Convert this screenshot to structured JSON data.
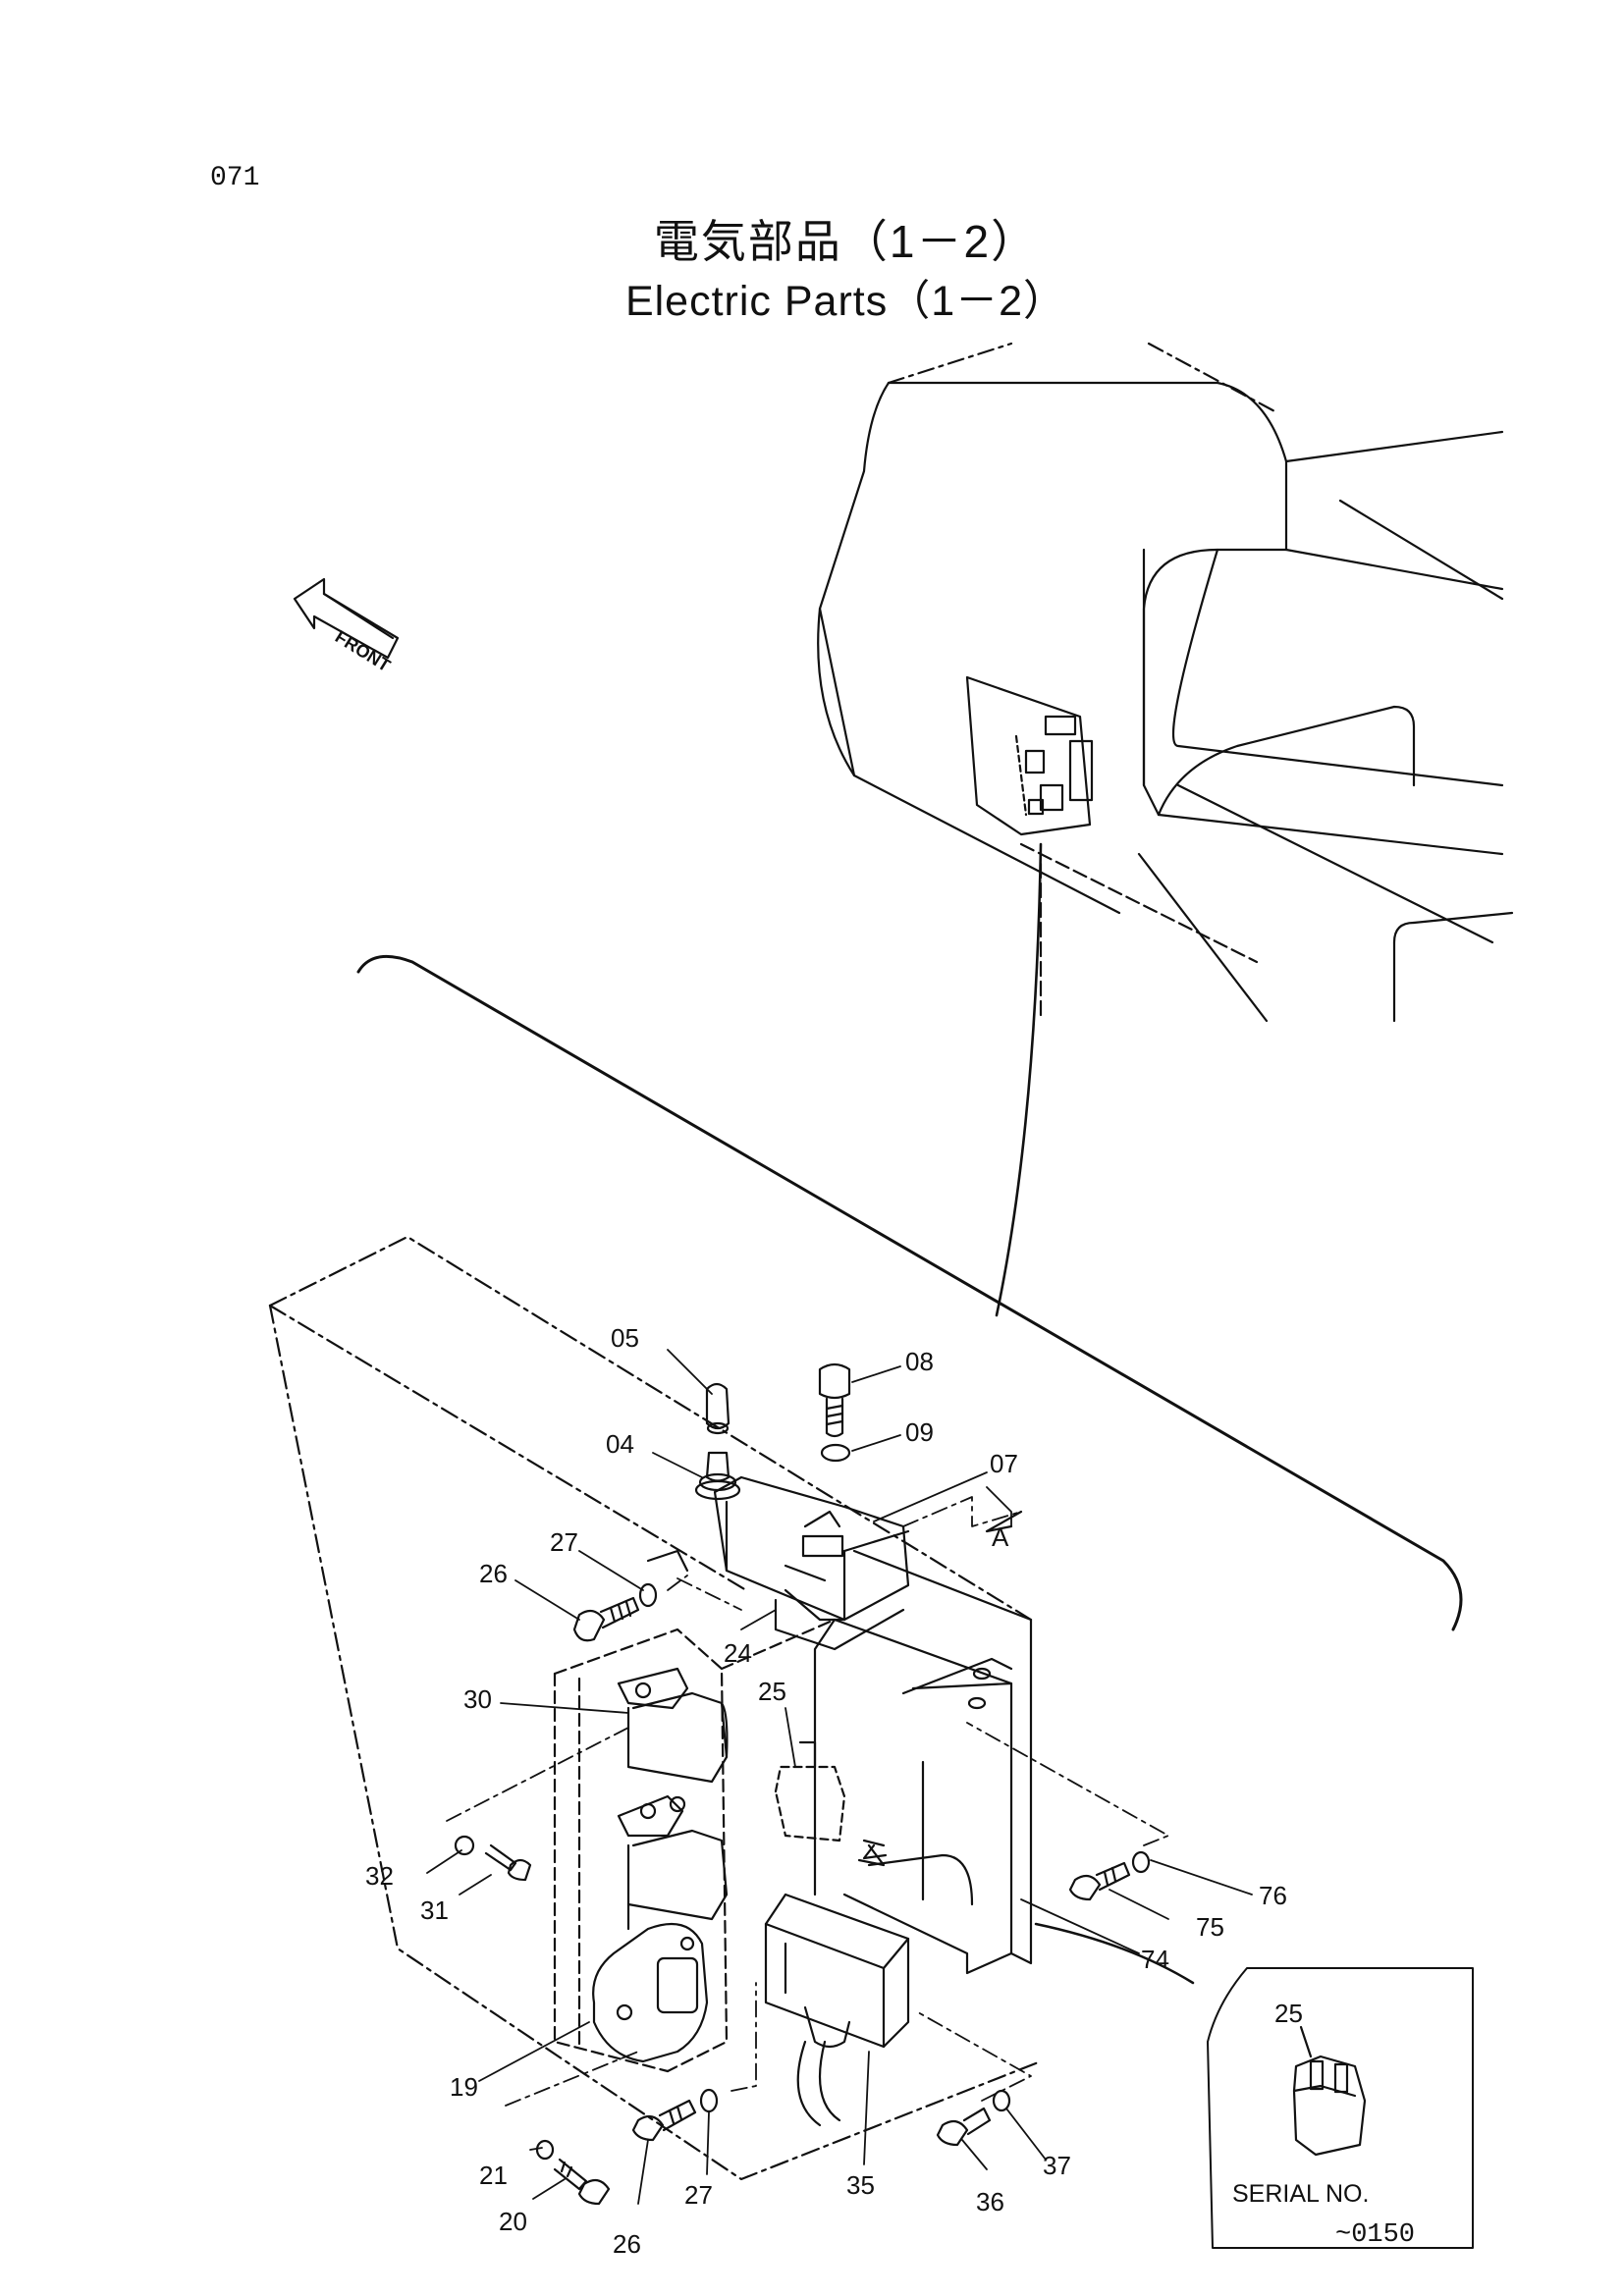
{
  "page": {
    "number": "071",
    "title_jp": "電気部品（1－2）",
    "title_en": "Electric Parts（1－2）"
  },
  "labels": {
    "front": "FRONT",
    "view_marker": "A"
  },
  "callouts": [
    "05",
    "08",
    "09",
    "04",
    "07",
    "27",
    "26",
    "24",
    "25",
    "30",
    "32",
    "31",
    "19",
    "21",
    "20",
    "26",
    "27",
    "35",
    "36",
    "37",
    "74",
    "75",
    "76"
  ],
  "inset": {
    "part": "25",
    "serial_label": "SERIAL NO.",
    "serial_range": "~0150"
  }
}
